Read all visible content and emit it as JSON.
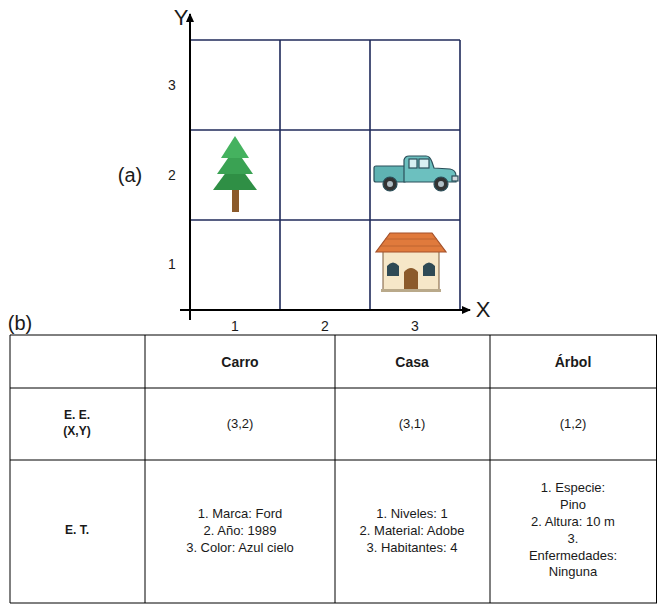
{
  "diagram": {
    "labels": [
      "Y",
      "3",
      "2",
      "1",
      "(a)",
      "1",
      "2",
      "3",
      "X",
      "(b)",
      "Carro",
      "Casa",
      "Árbol",
      "E. E. (X,Y)",
      "(3,2)",
      "(3,1)",
      "(1,2)",
      "E. T.",
      "1. Marca: Ford",
      "2. Año: 1989",
      "3. Color: Azul cielo",
      "1. Niveles: 1",
      "2. Material: Adobe",
      "3. Habitantes: 4",
      "1. Especie: Pino",
      "2. Altura: 10 m",
      "3. Enfermedades: Ninguna"
    ]
  }
}
